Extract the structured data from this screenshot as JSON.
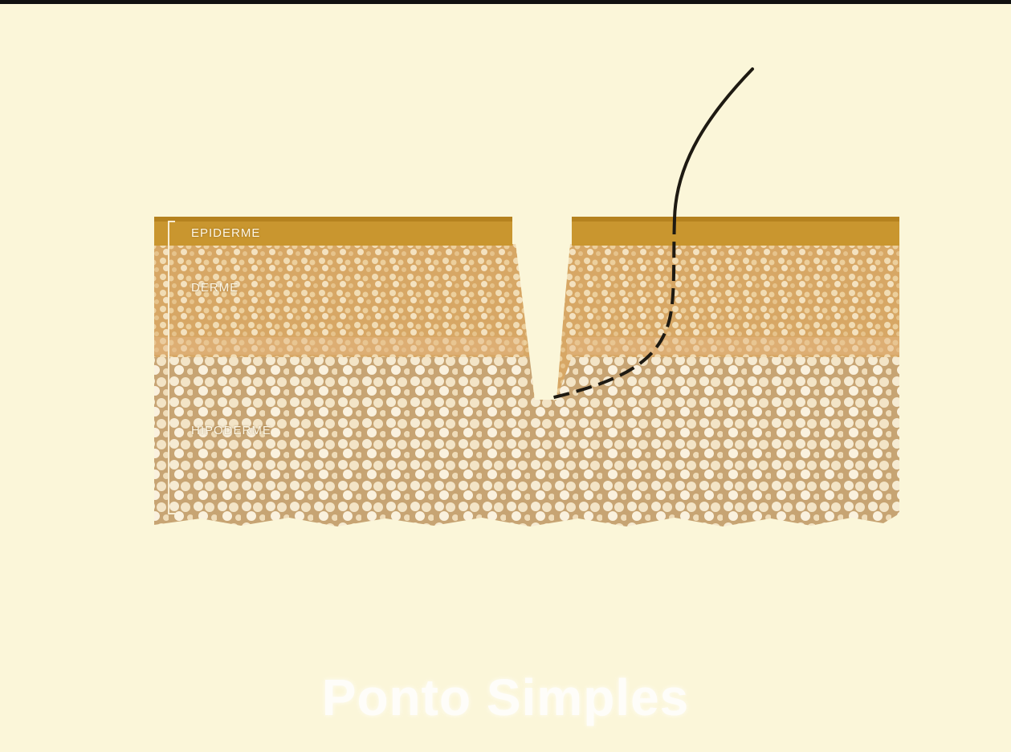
{
  "labels": {
    "epidermis": "EPIDERME",
    "dermis": "DERME",
    "hypodermis": "HIPODERME"
  },
  "caption": "Ponto Simples",
  "colors": {
    "background": "#fbf6d9",
    "epidermis": "#c9962f",
    "dermis": "#d9aa66",
    "hypodermis": "#e8d9b6",
    "suture": "#1e1a12"
  }
}
